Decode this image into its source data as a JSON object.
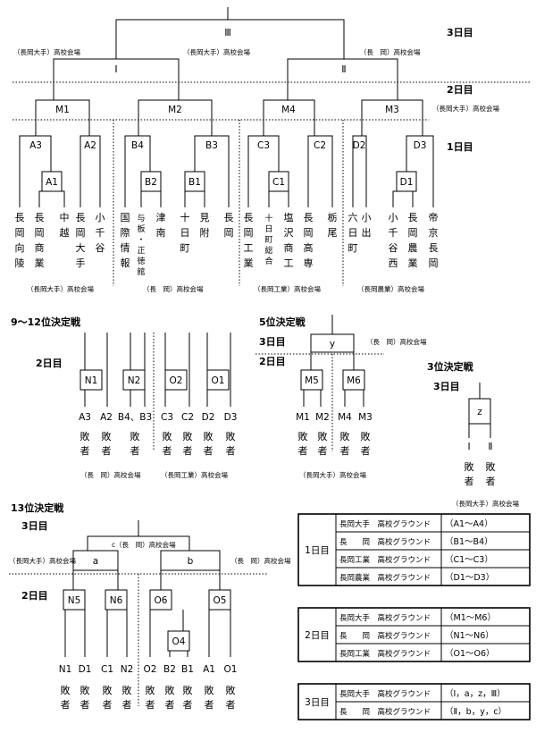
{
  "day3": "3日目",
  "day2": "2日目",
  "day1": "1日目",
  "main": {
    "final": "Ⅲ",
    "semiL": "Ⅰ",
    "semiR": "Ⅱ",
    "venue_left": "（長岡大手）高校会場",
    "venue_center": "（長岡大手）高校会場",
    "venue_right": "（長　岡）高校会場",
    "venue_day2": "（長岡大手）高校会場",
    "m_labels": [
      "M1",
      "M2",
      "M4",
      "M3"
    ],
    "a_labels": [
      "A3",
      "A2",
      "B4",
      "B3",
      "C3",
      "C2",
      "D2",
      "D3"
    ],
    "r1_labels": [
      "A1",
      "B2",
      "B1",
      "C1",
      "D1"
    ],
    "teams": [
      "長岡向陵",
      "長岡商業",
      "中越",
      "長岡大手",
      "小千谷",
      "国際情報",
      "与板・正徳館",
      "津南",
      "十日町",
      "見附",
      "長岡",
      "長岡工業",
      "十日町総合",
      "塩沢商工",
      "長岡高専",
      "栃尾",
      "六日町",
      "小出",
      "小千谷西",
      "長岡農業",
      "帝京長岡"
    ],
    "group_venues": [
      "（長岡大手）高校会場",
      "（長　岡）高校会場",
      "（長岡工業）高校会場",
      "（長岡農業）高校会場"
    ]
  },
  "p9": {
    "title": "9～12位決定戦",
    "day": "2日目",
    "boxes": [
      "N1",
      "N2",
      "O2",
      "O1"
    ],
    "slots": [
      "A3",
      "A2",
      "B4、B3",
      "C3",
      "C2",
      "D2",
      "D3"
    ],
    "loser": "敗者",
    "venue_left": "（長　岡）高校会場",
    "venue_right": "（長岡工業）高校会場"
  },
  "p5": {
    "title": "5位決定戦",
    "day3": "3日目",
    "day2": "2日目",
    "top": "y",
    "venue": "（長　岡）高校会場",
    "boxes": [
      "M5",
      "M6"
    ],
    "slots": [
      "M1",
      "M2",
      "M4",
      "M3"
    ],
    "loser": "敗者",
    "venue_bottom": "（長岡大手）高校会場"
  },
  "p3": {
    "title": "3位決定戦",
    "day": "3日目",
    "top": "z",
    "slots": [
      "Ⅰ",
      "Ⅱ"
    ],
    "loser": "敗者",
    "venue": "（長岡大手）高校会場"
  },
  "p13": {
    "title": "13位決定戦",
    "day3": "3日目",
    "day2": "2日目",
    "c_label": "c（長　岡）高校会場",
    "a": "a",
    "b": "b",
    "venue_left": "（長岡大手）高校会場",
    "venue_right": "（長　岡）高校会場",
    "boxes": [
      "N5",
      "N6",
      "O6",
      "O5"
    ],
    "o4": "O4",
    "slots": [
      "N1",
      "D1",
      "C1",
      "N2",
      "O2",
      "B2",
      "B1",
      "A1",
      "O1"
    ],
    "loser": "敗者"
  },
  "schedule": [
    {
      "day": "1日目",
      "rows": [
        [
          "長岡大手　高校グラウンド",
          "（A1～A4）"
        ],
        [
          "長　　岡　高校グラウンド",
          "（B1～B4）"
        ],
        [
          "長岡工業　高校グラウンド",
          "（C1～C3）"
        ],
        [
          "長岡農業　高校グラウンド",
          "（D1～D3）"
        ]
      ]
    },
    {
      "day": "2日目",
      "rows": [
        [
          "長岡大手　高校グラウンド",
          "（M1～M6）"
        ],
        [
          "長　　岡　高校グラウンド",
          "（N1～N6）"
        ],
        [
          "長岡工業　高校グラウンド",
          "（O1～O6）"
        ]
      ]
    },
    {
      "day": "3日目",
      "rows": [
        [
          "長岡大手　高校グラウンド",
          "（Ⅰ，a，z，Ⅲ）"
        ],
        [
          "長　　岡　高校グラウンド",
          "（Ⅱ，b，y，c）"
        ]
      ]
    }
  ]
}
